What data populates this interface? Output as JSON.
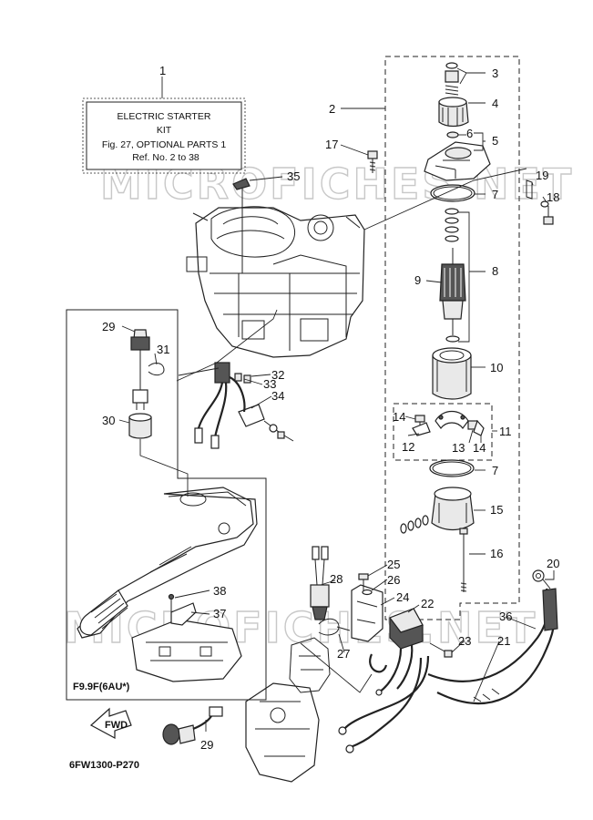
{
  "watermark": "MICROFICHES.NET",
  "kit_box": {
    "line1": "ELECTRIC  STARTER",
    "line2": "KIT",
    "line3": "Fig. 27, OPTIONAL PARTS 1",
    "line4": "Ref. No. 2 to 38"
  },
  "inset_caption": "F9.9F(6AU*)",
  "fwd_label": "FWD",
  "figure_code": "6FW1300-P270",
  "callouts": [
    "1",
    "2",
    "3",
    "4",
    "5",
    "6",
    "7",
    "8",
    "9",
    "10",
    "11",
    "12",
    "13",
    "14",
    "14",
    "15",
    "16",
    "17",
    "18",
    "19",
    "20",
    "21",
    "22",
    "23",
    "24",
    "25",
    "26",
    "27",
    "28",
    "29",
    "30",
    "31",
    "32",
    "33",
    "34",
    "35",
    "36",
    "37",
    "38",
    "7",
    "29"
  ]
}
